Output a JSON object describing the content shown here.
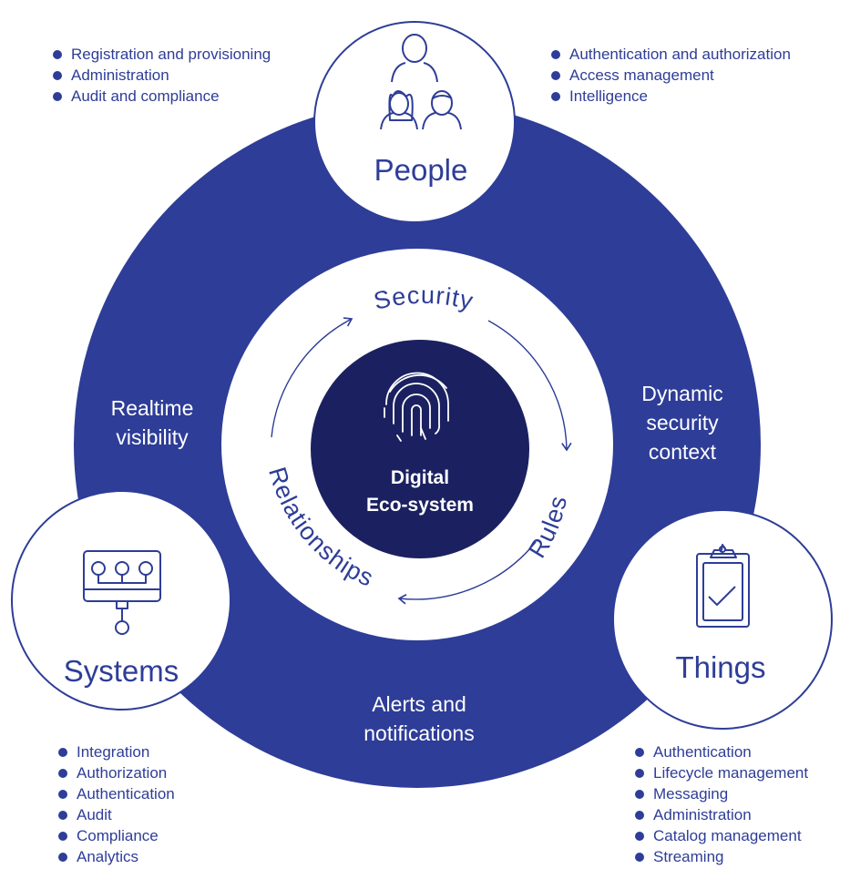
{
  "center": {
    "title_line1": "Digital",
    "title_line2": "Eco-system",
    "icon": "fingerprint-icon"
  },
  "cycle": {
    "top": "Security",
    "right": "Rules",
    "bottom": "Relationships"
  },
  "ring_labels": {
    "left": [
      "Realtime",
      "visibility"
    ],
    "right": [
      "Dynamic",
      "security",
      "context"
    ],
    "bottom": [
      "Alerts and",
      "notifications"
    ]
  },
  "nodes": {
    "people": {
      "label": "People",
      "icon": "people-group-icon"
    },
    "systems": {
      "label": "Systems",
      "icon": "network-monitor-icon"
    },
    "things": {
      "label": "Things",
      "icon": "clipboard-check-icon"
    }
  },
  "lists": {
    "people_left": [
      "Registration and provisioning",
      "Administration",
      "Audit and compliance"
    ],
    "people_right": [
      "Authentication and authorization",
      "Access management",
      "Intelligence"
    ],
    "systems": [
      "Integration",
      "Authorization",
      "Authentication",
      "Audit",
      "Compliance",
      "Analytics"
    ],
    "things": [
      "Authentication",
      "Lifecycle management",
      "Messaging",
      "Administration",
      "Catalog management",
      "Streaming"
    ]
  },
  "colors": {
    "ring": "#2e3d97",
    "core": "#1b2160",
    "text": "#2e3d97",
    "white": "#ffffff"
  }
}
